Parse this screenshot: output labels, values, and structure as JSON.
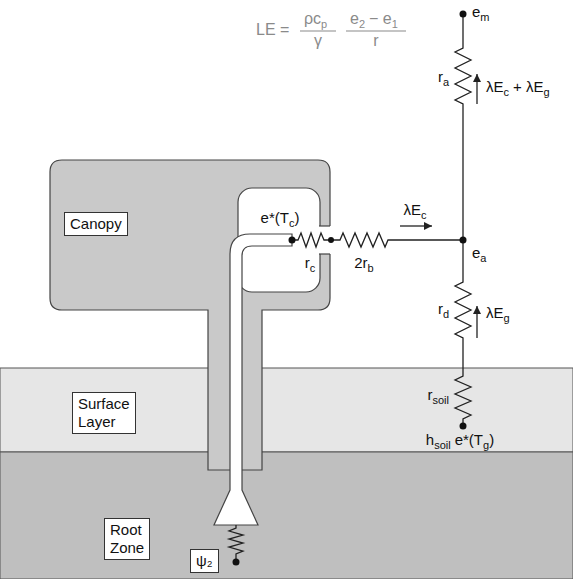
{
  "diagram": {
    "nodes": [
      {
        "text": [
          "Canopy"
        ]
      },
      {
        "text": [
          "Surface Layer"
        ]
      },
      {
        "text": [
          "Root Zone"
        ]
      },
      {
        "text": [
          "ψ₂"
        ]
      }
    ],
    "labels": [
      "LE =",
      "ρc",
      "p",
      "γ",
      "e",
      "2",
      "− e",
      "1",
      "r",
      "e",
      "m",
      "r",
      "a",
      "λE",
      "c",
      "+ λE",
      "g",
      "e*(T",
      "c",
      ")",
      "λE",
      "c",
      "e",
      "a",
      "r",
      "c",
      "2r",
      "b",
      "r",
      "d",
      "λE",
      "g",
      "r",
      "soil",
      "h",
      "soil",
      "e*(T",
      "g",
      ")"
    ]
  }
}
